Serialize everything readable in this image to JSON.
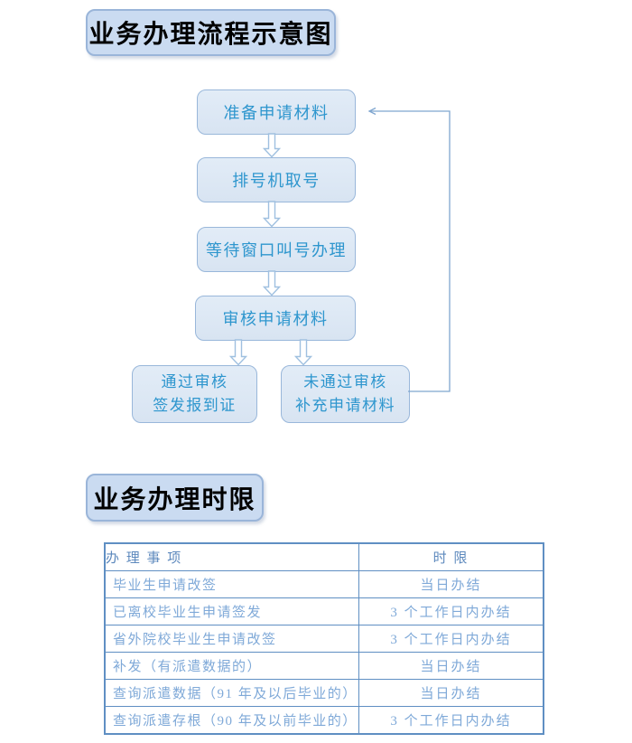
{
  "section1": {
    "title": "业务办理流程示意图"
  },
  "flow": {
    "boxes": [
      {
        "label": "准备申请材料"
      },
      {
        "label": "排号机取号"
      },
      {
        "label": "等待窗口叫号办理"
      },
      {
        "label": "审核申请材料"
      },
      {
        "line1": "通过审核",
        "line2": "签发报到证"
      },
      {
        "line1": "未通过审核",
        "line2": "补充申请材料"
      }
    ],
    "arrow_style": "hollow-block-arrow",
    "feedback_path": "from 未通过审核 box back to 准备申请材料 box"
  },
  "section2": {
    "title": "业务办理时限"
  },
  "table": {
    "headers": {
      "item": "办 理 事 项",
      "limit": "时  限"
    },
    "rows": [
      {
        "item": "毕业生申请改签",
        "limit": "当日办结"
      },
      {
        "item": "已离校毕业生申请签发",
        "limit": "3 个工作日内办结"
      },
      {
        "item": "省外院校毕业生申请改签",
        "limit": "3 个工作日内办结"
      },
      {
        "item": "补发（有派遣数据的）",
        "limit": "当日办结"
      },
      {
        "item": "查询派遣数据（91 年及以后毕业的）",
        "limit": "当日办结"
      },
      {
        "item": "查询派遣存根（90 年及以前毕业的）",
        "limit": "3 个工作日内办结"
      }
    ]
  },
  "colors": {
    "title_box_fill": "#cadbf1",
    "title_box_border": "#9ab5d9",
    "flow_box_fill": "#dbe6f3",
    "flow_box_border": "#99b7da",
    "flow_text": "#2e96ce",
    "block_arrow_outline": "#9fc0e0",
    "feedback_line": "#7fa6cf",
    "table_border": "#5f8fc3",
    "table_text": "#7fa9d8",
    "table_header_text": "#5d89bd"
  }
}
